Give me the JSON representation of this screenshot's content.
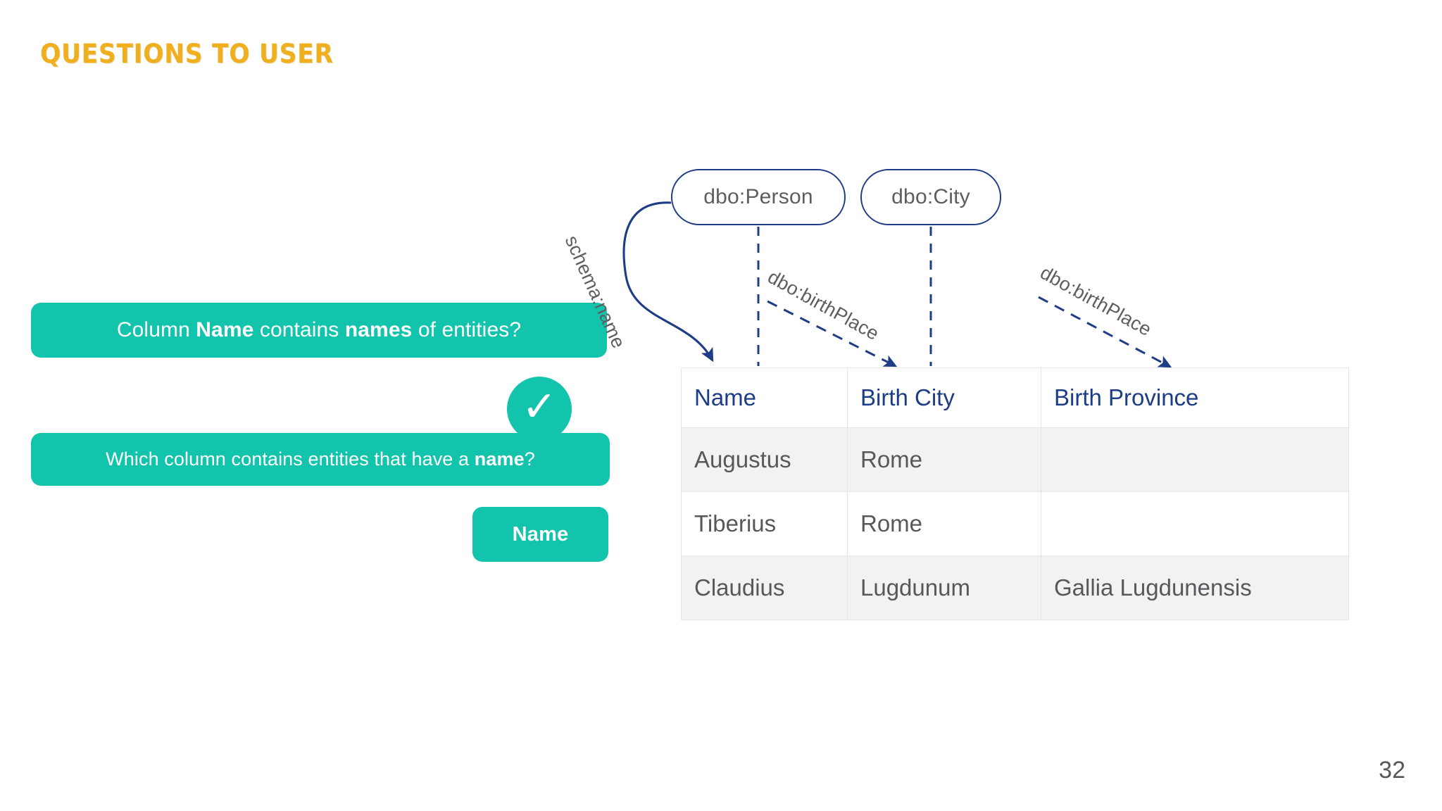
{
  "slide": {
    "title": "QUESTIONS TO USER",
    "page_number": "32",
    "accent_title_color": "#EFAF1E",
    "accent_bubble_color": "#12C4AC",
    "accent_node_color": "#1F3C86"
  },
  "conversation": {
    "question_1": {
      "prefix": "Column ",
      "bold_1": "Name",
      "middle": " contains ",
      "bold_2": "names",
      "suffix": " of entities?"
    },
    "answer_1": {
      "icon": "check-icon",
      "glyph": "✓"
    },
    "question_2": {
      "prefix": "Which column contains entities that have a ",
      "bold_1": "name",
      "suffix": "?"
    },
    "answer_2": {
      "label": "Name"
    }
  },
  "ontology": {
    "nodes": [
      {
        "id": "person",
        "label": "dbo:Person"
      },
      {
        "id": "city",
        "label": "dbo:City"
      }
    ],
    "edges": [
      {
        "id": "schema-name",
        "label": "schema:name",
        "style": "solid-curve",
        "from": "dbo:Person",
        "to": "Name"
      },
      {
        "id": "birthplace-city",
        "label": "dbo:birthPlace",
        "style": "dashed",
        "from": "dbo:Person",
        "to": "Birth City"
      },
      {
        "id": "birthplace-province",
        "label": "dbo:birthPlace",
        "style": "dashed",
        "from": "dbo:City",
        "to": "Birth Province"
      }
    ]
  },
  "table": {
    "columns": [
      "Name",
      "Birth City",
      "Birth Province"
    ],
    "rows": [
      [
        "Augustus",
        "Rome",
        ""
      ],
      [
        "Tiberius",
        "Rome",
        ""
      ],
      [
        "Claudius",
        "Lugdunum",
        "Gallia Lugdunensis"
      ]
    ]
  }
}
